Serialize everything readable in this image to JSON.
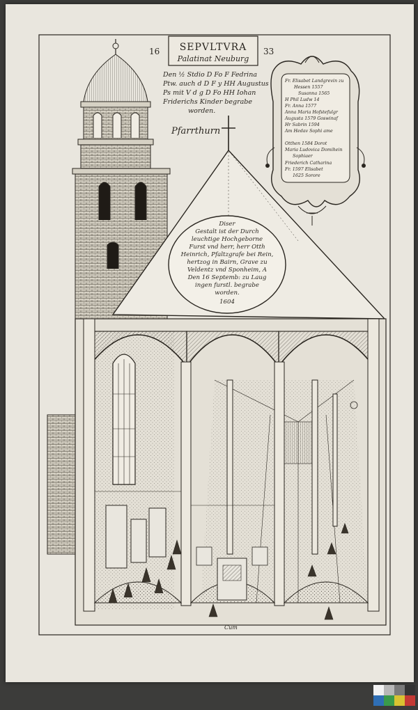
{
  "heading": {
    "title": "SEPVLTVRA",
    "subtitle": "Palatinat Neuburg",
    "year_left": "16",
    "year_right": "33"
  },
  "burial_note": [
    "Den       ½ Stdio D Fo F Fedrina",
    "Ptw. auch d D F y HH Augustus",
    "Ps mit   V d g D Fo HH Iohan",
    "Friderichs Kinder begrabe",
    "worden."
  ],
  "tower_label": "Pfarrthurn",
  "cartouche_lines": [
    "Fr. Elisabet Landgrevin zu",
    "Hessen  1557",
    "Susanna 1565",
    "H Phil Ludw  14",
    "Fr. Anna   1577",
    "Anna Maria  Hofstefulgr",
    "Augusta 1579 Goswinaf",
    "Hr  Sabrin 1594",
    "Am Hedav   Sophi ame",
    "",
    "Otthen 1584   Dorot",
    "Maria Ludovica Domihein",
    "Sophiaer",
    "Friederich  Catharina",
    "Fr. 1597   Elisabet",
    "1625   Sorore"
  ],
  "gable_inscription": [
    "Diser",
    "Gestalt ist der Durch",
    "leuchtige Hochgeborne",
    "Furst vnd herr, herr Otth",
    "Heinrich, Pfaltzgrafe bei Rein,",
    "hertzog in Bairn, Grave zu",
    "Veldentz vnd Sponheim, A",
    "Den 16 Septemb: zu Laug",
    "ingen furstl. begrabe",
    "worden.",
    "1604"
  ],
  "floor_mark": "Cum",
  "colors": {
    "paper": "#e9e6de",
    "ink": "#2a2620",
    "backdrop": "#3c3c3a"
  },
  "color_checker": [
    [
      "#f2f2f2",
      "#b8b8b8",
      "#7a7a7a",
      "#333333"
    ],
    [
      "#2f6fb5",
      "#3a9a4a",
      "#d9c232",
      "#c43a34"
    ]
  ]
}
